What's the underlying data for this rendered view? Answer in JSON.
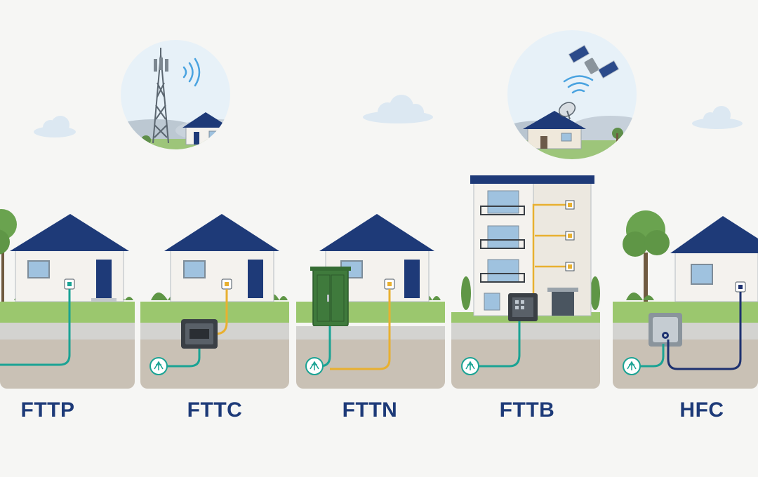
{
  "panels": [
    {
      "id": "fttp",
      "label": "FTTP"
    },
    {
      "id": "fttc",
      "label": "FTTC"
    },
    {
      "id": "fttn",
      "label": "FTTN"
    },
    {
      "id": "fttb",
      "label": "FTTB"
    },
    {
      "id": "hfc",
      "label": "HFC"
    }
  ],
  "colors": {
    "background": "#f6f6f4",
    "label": "#1d3a78",
    "roof": "#1e3a78",
    "fibre_teal": "#1aa394",
    "copper_yellow": "#e8b030",
    "coax_navy": "#1d3170",
    "grass": "#9bc76e",
    "soil": "#c9c1b5",
    "cabinet_green": "#3f7a3c"
  },
  "icons": {
    "wireless": "cell-tower-icon",
    "satellite": "satellite-dish-icon"
  }
}
